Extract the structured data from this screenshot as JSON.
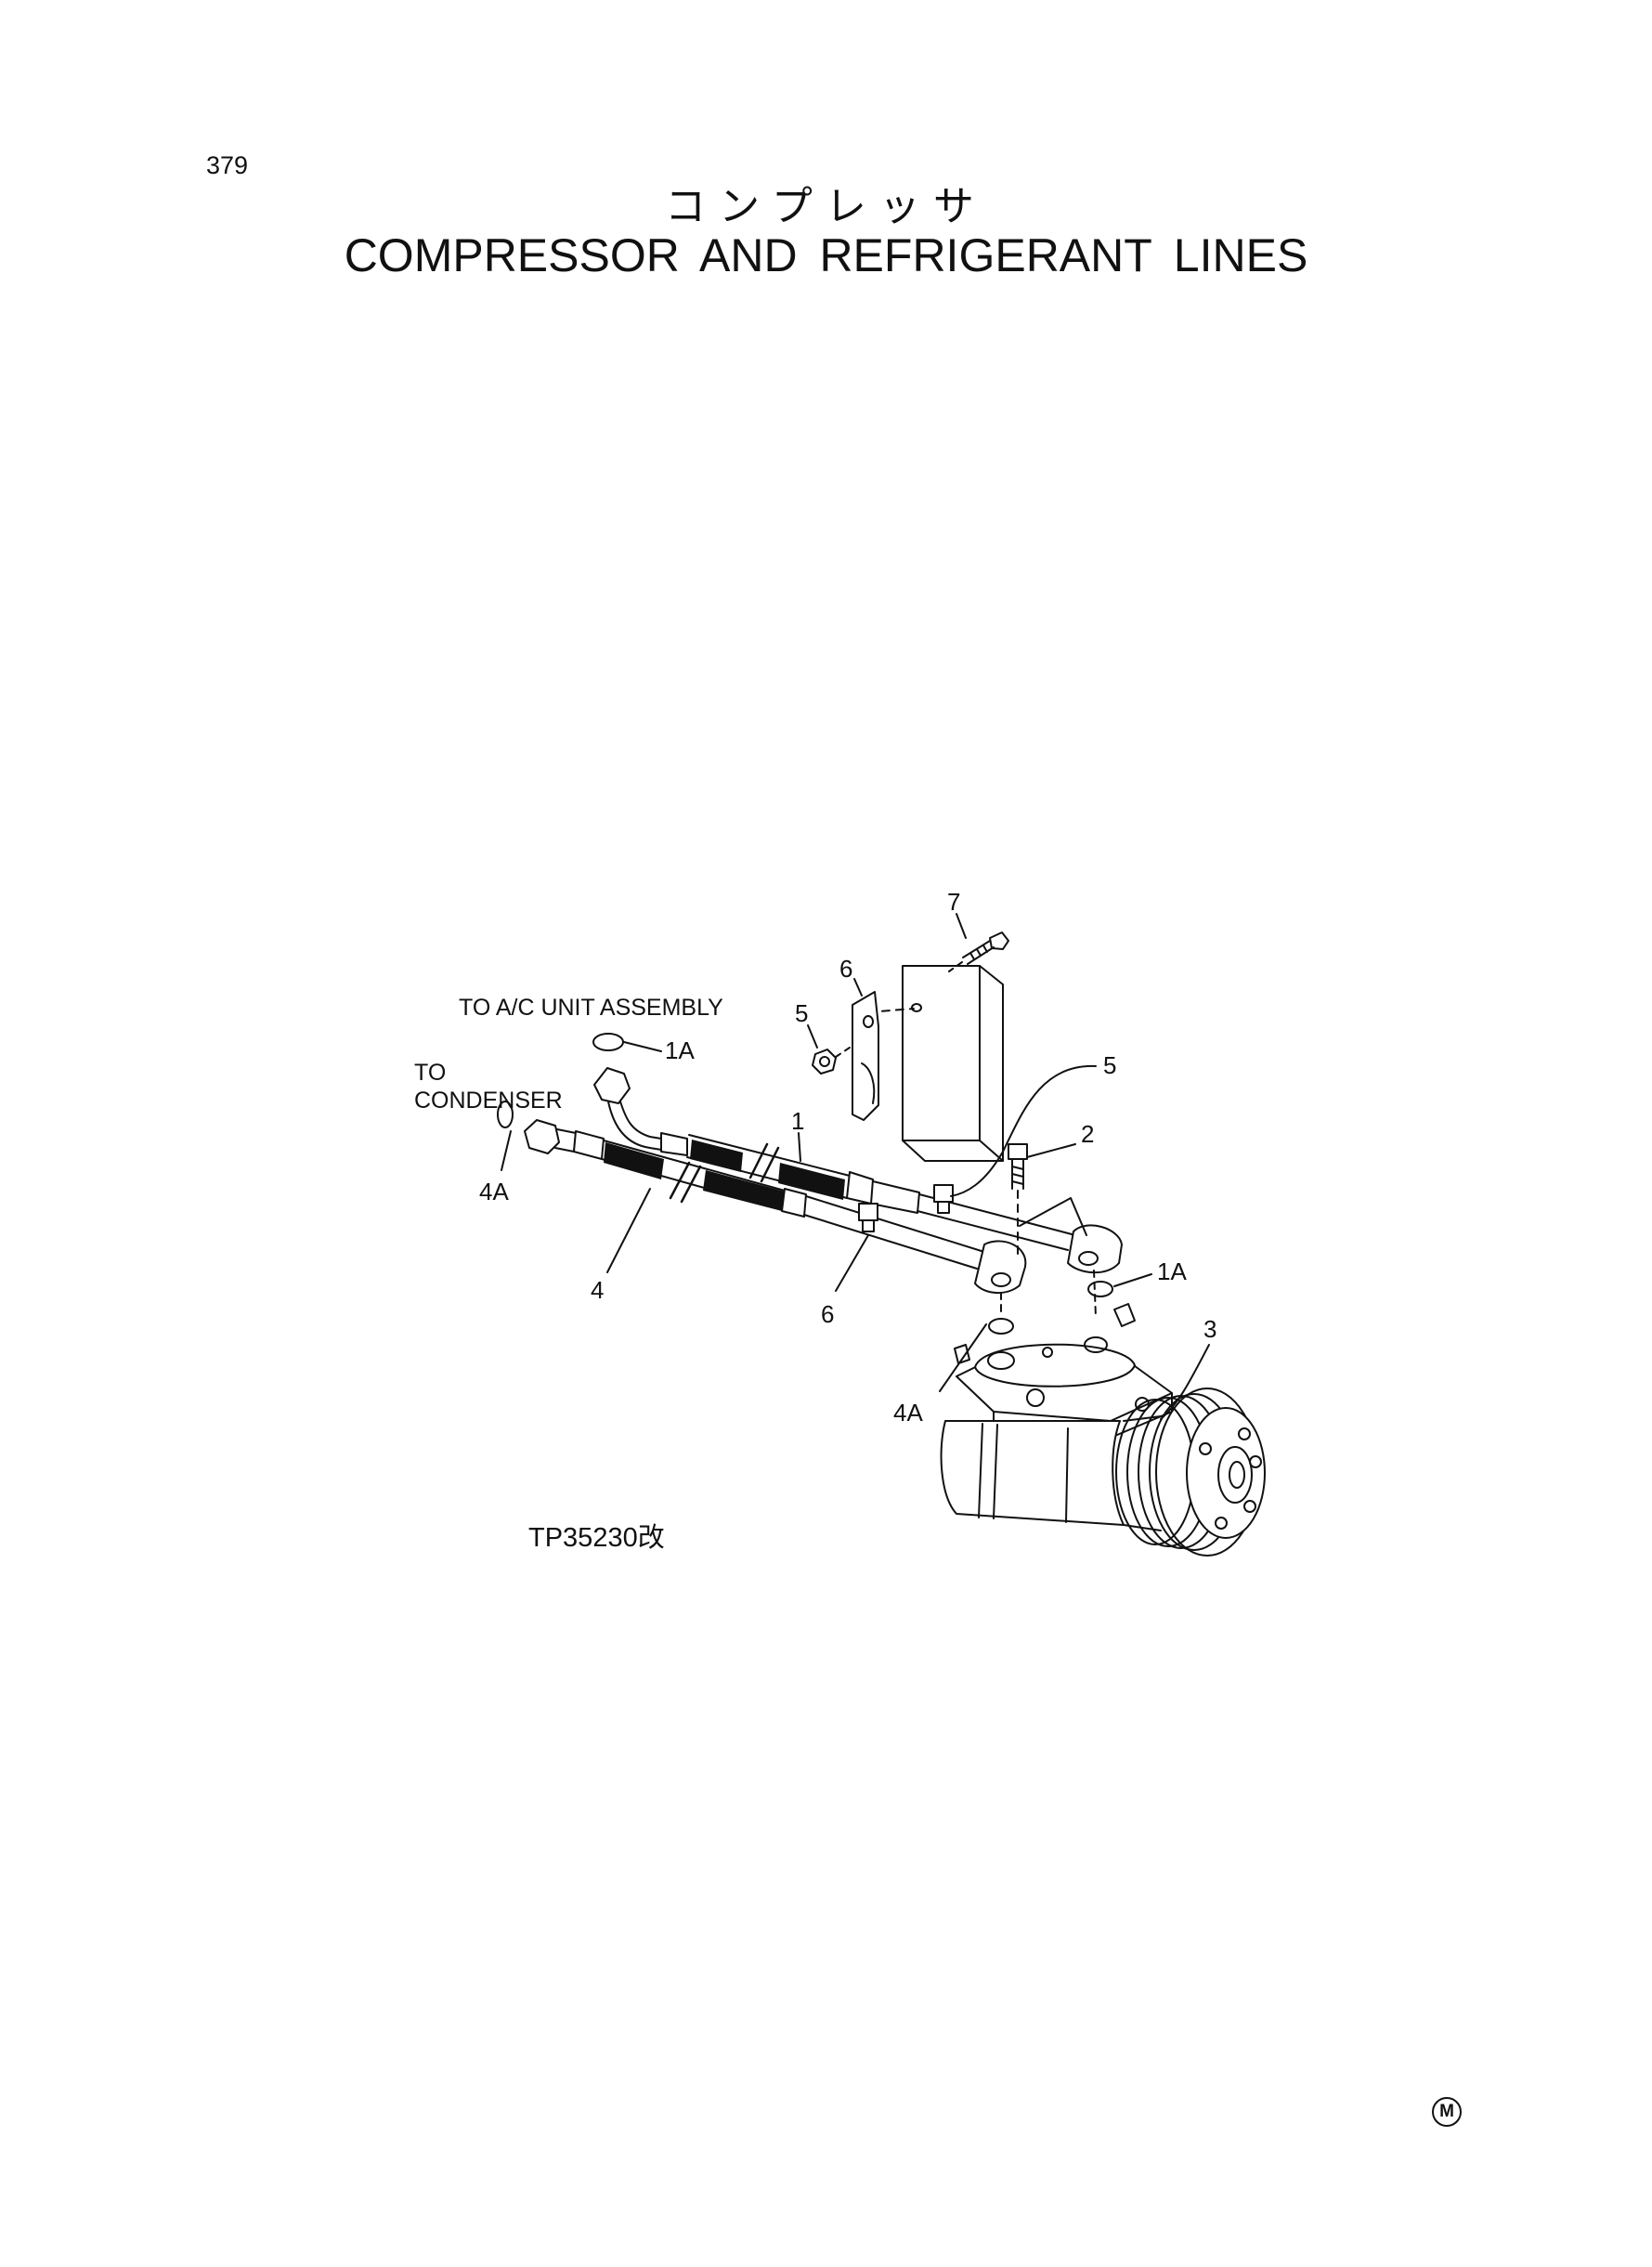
{
  "page": {
    "number": "379",
    "mark": "M"
  },
  "title": {
    "japanese": "コンプレッサ",
    "english": "COMPRESSOR AND REFRIGERANT LINES"
  },
  "notes": {
    "to_ac_unit": "TO A/C UNIT ASSEMBLY",
    "to_line1": "TO",
    "to_line2": "CONDENSER"
  },
  "callouts": {
    "c7": "7",
    "c6_top": "6",
    "c5_left": "5",
    "c1a_top": "1A",
    "c1": "1",
    "c5_right": "5",
    "c2": "2",
    "c4a_left": "4A",
    "c4": "4",
    "c6_bottom": "6",
    "c1a_right": "1A",
    "c3": "3",
    "c4a_bottom": "4A"
  },
  "reference": "TP35230改"
}
